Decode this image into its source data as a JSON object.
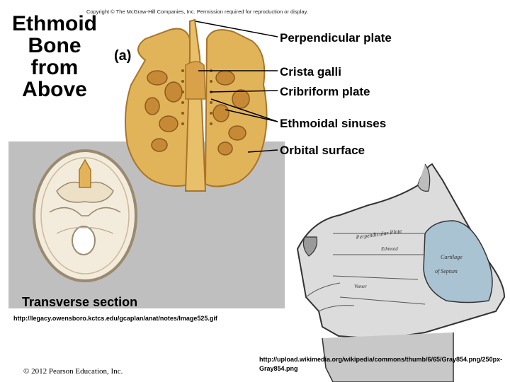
{
  "copyright": "Copyright © The McGraw-Hill Companies, Inc. Permission required for reproduction or display.",
  "title_lines": [
    "Ethmoid",
    "Bone",
    "from",
    "Above"
  ],
  "panel_letter": "(a)",
  "labels": {
    "perpendicular_plate": "Perpendicular plate",
    "crista_galli": "Crista galli",
    "cribriform_plate": "Cribriform plate",
    "ethmoidal_sinuses": "Ethmoidal sinuses",
    "orbital_surface": "Orbital surface"
  },
  "transverse_section": "Transverse section",
  "source_url_left": "http://legacy.owensboro.kctcs.edu/gcaplan/anat/notes/Image525.gif",
  "source_url_right": "http://upload.wikimedia.org/wikipedia/commons/thumb/6/65/Gray854.png/250px-Gray854.png",
  "pearson_copyright": "© 2012 Pearson Education, Inc.",
  "gray_labels": {
    "perpendicular_plate": "Perpendicular Plate",
    "ethmoid": "Ethmoid",
    "cartilage_of_septum_1": "Cartilage",
    "cartilage_of_septum_2": "of Septum",
    "vomer": "Vomer"
  },
  "colors": {
    "bone": "#e2b45a",
    "bone_dark": "#a8742a",
    "gray_background": "#bfbfbf",
    "skull_fill": "#f3ecdc",
    "cartilage_blue": "#a9c3d3"
  }
}
